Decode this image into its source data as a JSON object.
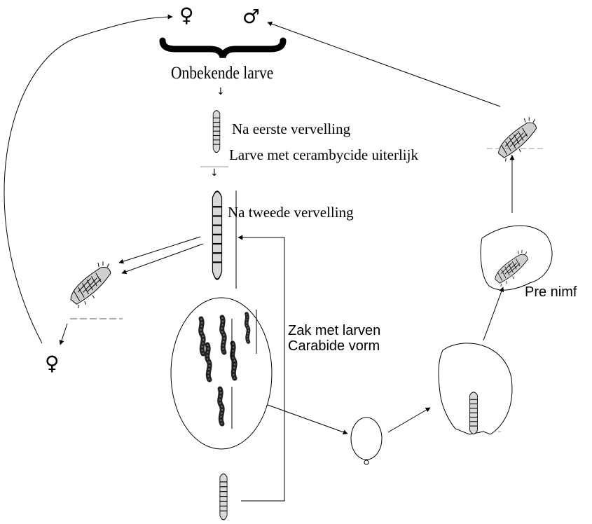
{
  "symbols": {
    "female_top": "♀",
    "male_top": "♂",
    "female_left": "♀",
    "down_arrow_1": "↓",
    "down_arrow_2": "↓"
  },
  "labels": {
    "unknown_larva": "Onbekende larve",
    "after_first_molt": "Na eerste vervelling",
    "cerambycid_larva": "Larve met cerambycide uiterlijk",
    "after_second_molt": "Na tweede vervelling",
    "sack_with_larvae": "Zak met larven",
    "carabid_form": "Carabide vorm",
    "pre_nymph": "Pre nimf"
  },
  "colors": {
    "ink": "#000000",
    "background": "#ffffff",
    "larva_fill": "#bdbdbd"
  }
}
